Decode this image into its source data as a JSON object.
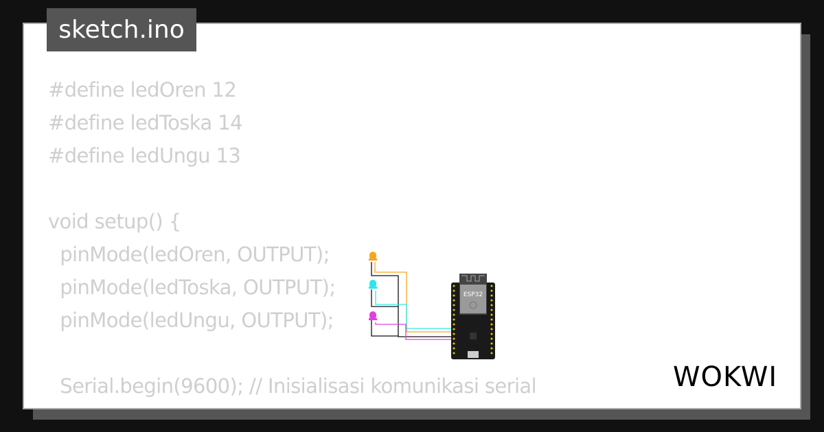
{
  "tab": {
    "filename": "sketch.ino"
  },
  "code": {
    "lines": [
      "#define ledOren 12",
      "#define ledToska 14",
      "#define ledUngu 13",
      "",
      "void setup() {",
      "  pinMode(ledOren, OUTPUT);",
      "  pinMode(ledToska, OUTPUT);",
      "  pinMode(ledUngu, OUTPUT);",
      "",
      "  Serial.begin(9600); // Inisialisasi komunikasi serial",
      "}"
    ]
  },
  "circuit": {
    "board_label": "ESP32",
    "led_colors": {
      "oren": "#f5a623",
      "toska": "#2ee6e6",
      "ungu": "#e040e0"
    }
  },
  "logo": {
    "text": "WOKWI"
  }
}
